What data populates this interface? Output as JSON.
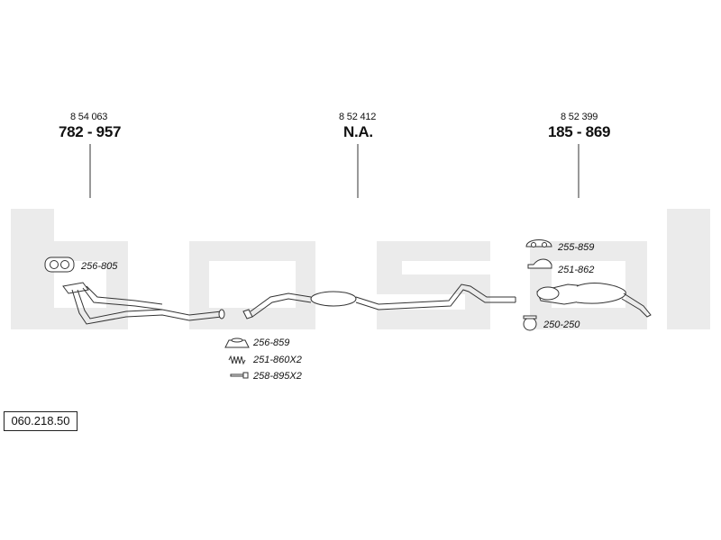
{
  "watermark": {
    "text": "bosal",
    "color": "#ebebeb"
  },
  "sections": [
    {
      "oem_number": "8 54 063",
      "reference": "782 - 957"
    },
    {
      "oem_number": "8 52 412",
      "reference": "N.A."
    },
    {
      "oem_number": "8 52 399",
      "reference": "185 - 869"
    }
  ],
  "parts": [
    {
      "label": "256-805",
      "icon": "gasket-icon"
    },
    {
      "label": "256-859",
      "icon": "ring-gasket-icon"
    },
    {
      "label": "251-860X2",
      "icon": "spring-icon"
    },
    {
      "label": "258-895X2",
      "icon": "bolt-icon"
    },
    {
      "label": "255-859",
      "icon": "rubber-hanger-icon"
    },
    {
      "label": "251-862",
      "icon": "mounting-icon"
    },
    {
      "label": "250-250",
      "icon": "clamp-icon"
    }
  ],
  "diagram_code": "060.218.50",
  "colors": {
    "line": "#333333",
    "watermark": "#ebebeb"
  }
}
